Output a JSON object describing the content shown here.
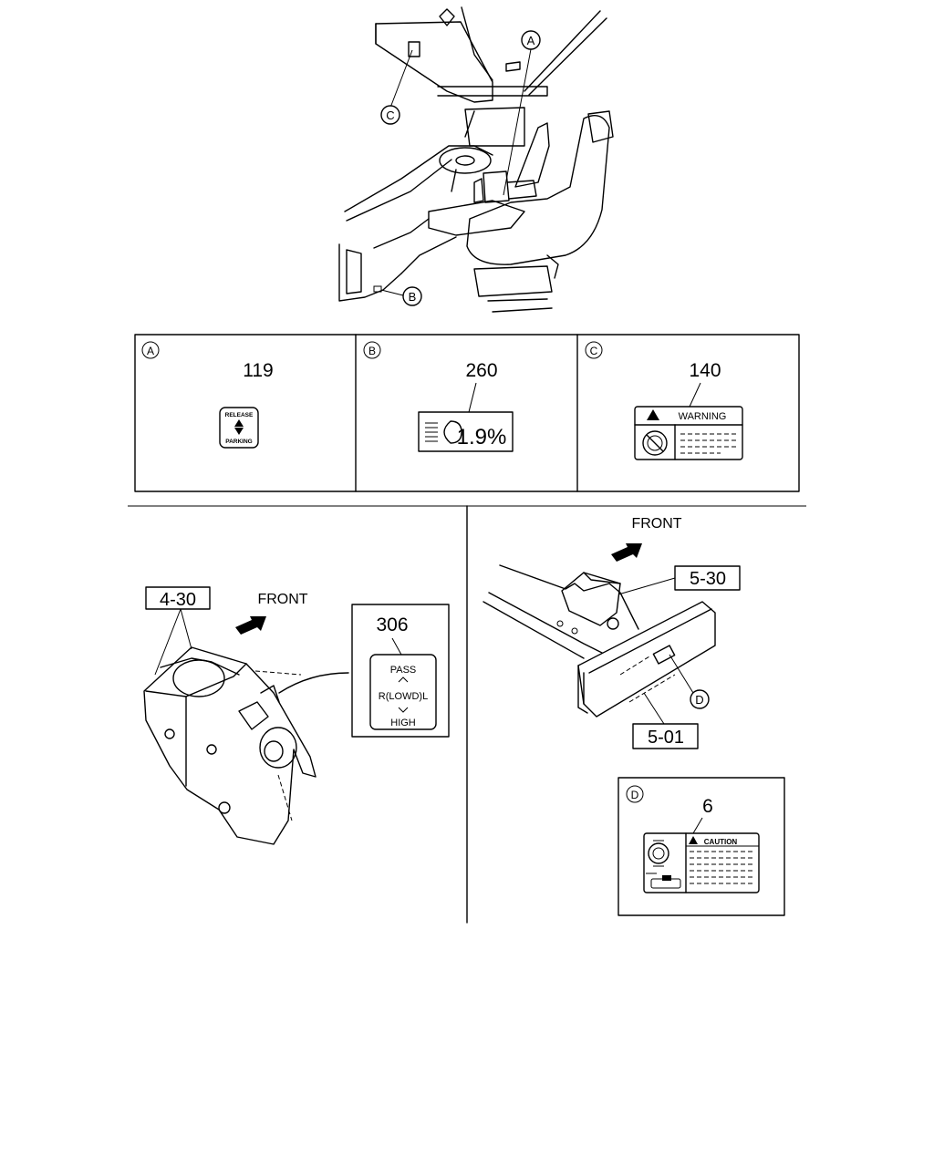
{
  "callouts": {
    "a": "A",
    "b": "B",
    "c": "C",
    "d": "D"
  },
  "labels": {
    "a": {
      "num": "119",
      "top": "RELEASE",
      "bottom": "PARKING"
    },
    "b": {
      "num": "260",
      "text": "1.9%"
    },
    "c": {
      "num": "140",
      "title": "WARNING"
    },
    "switch": {
      "num": "306",
      "pass": "PASS",
      "low": "R(LOWD)L",
      "high": "HIGH"
    },
    "d": {
      "num": "6",
      "title": "CAUTION"
    }
  },
  "refs": {
    "steering_col": "4-30",
    "front_left": "FRONT",
    "front_right": "FRONT",
    "frame_top": "5-30",
    "frame_bottom": "5-01"
  },
  "icons": [
    "warning-triangle-icon",
    "no-touch-icon",
    "headlamp-icon",
    "double-arrow-icon",
    "front-arrow-icon"
  ]
}
